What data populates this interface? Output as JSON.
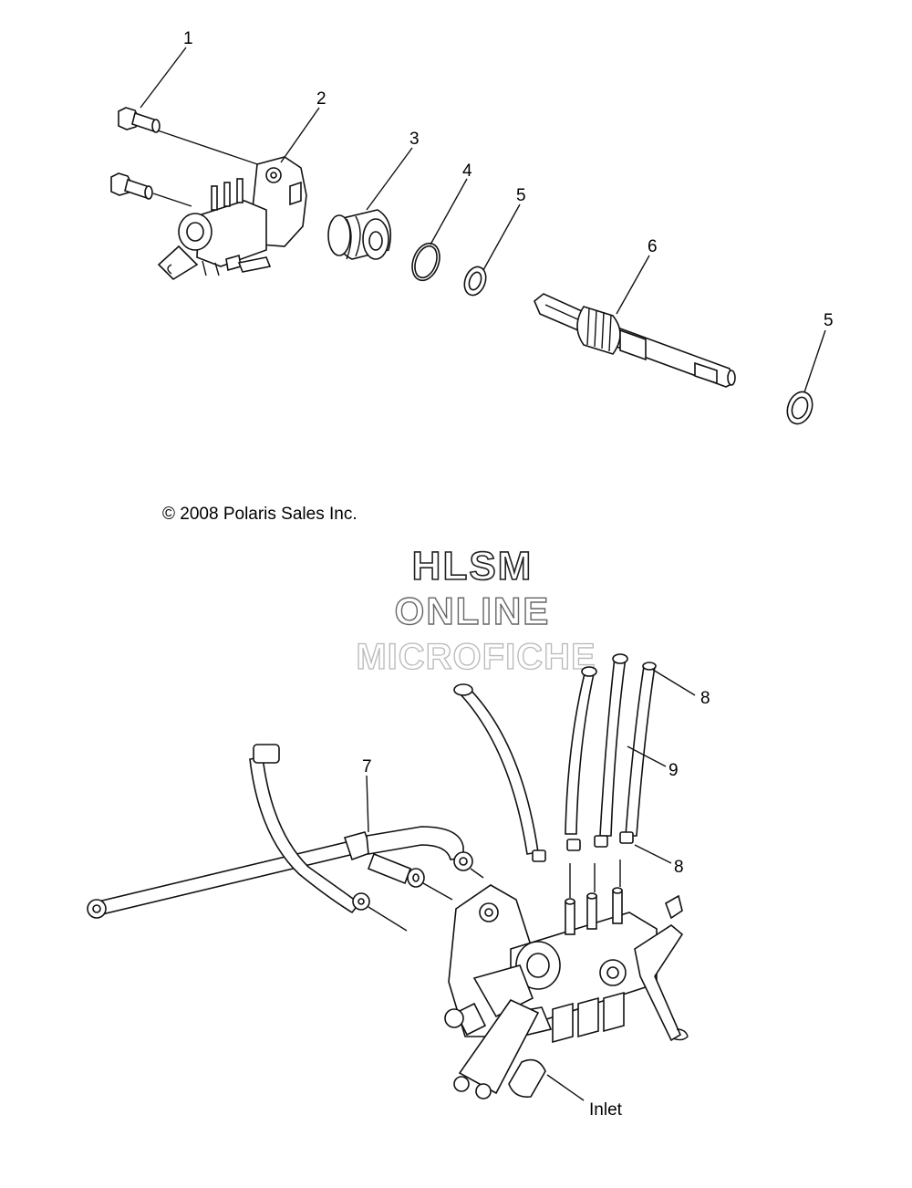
{
  "callouts": {
    "c1": "1",
    "c2": "2",
    "c3": "3",
    "c4": "4",
    "c5a": "5",
    "c6": "6",
    "c5b": "5",
    "c7": "7",
    "c8a": "8",
    "c9": "9",
    "c8b": "8",
    "inlet": "Inlet"
  },
  "copyright": "©  2008 Polaris Sales Inc.",
  "watermark": {
    "line1": "HLSM",
    "line2": "ONLINE",
    "line3": "MICROFICHE"
  }
}
